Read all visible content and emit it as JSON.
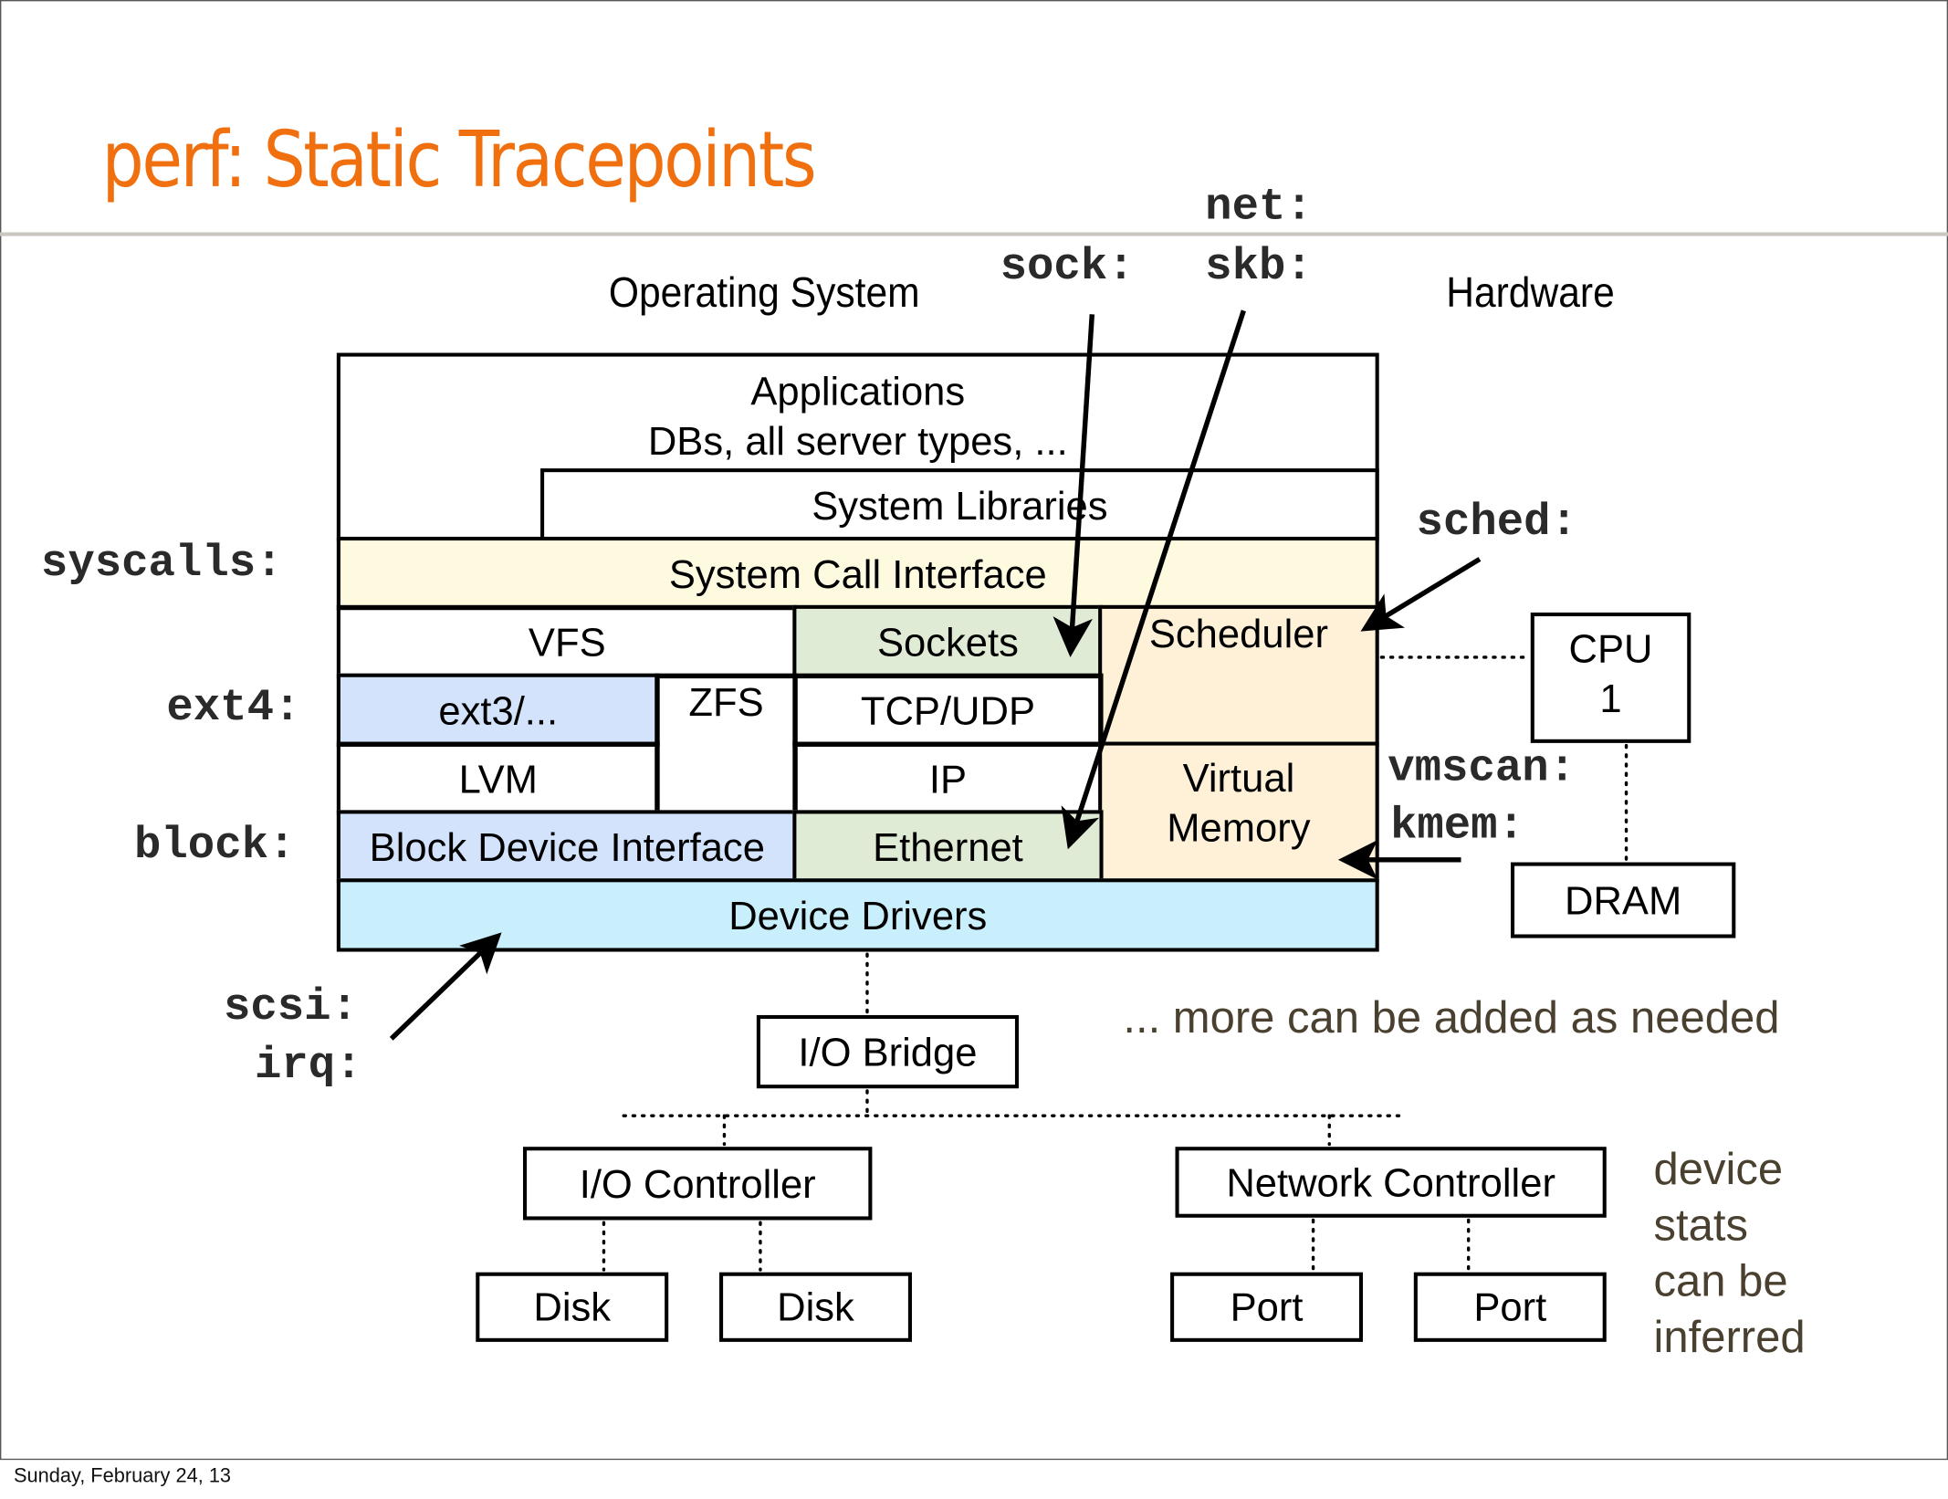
{
  "slide": {
    "title": "perf: Static Tracepoints",
    "footer_date": "Sunday, February 24, 13",
    "accent_color": "#f07010"
  },
  "headings": {
    "os": "Operating System",
    "hardware": "Hardware"
  },
  "os_stack": {
    "applications_line1": "Applications",
    "applications_line2": "DBs, all server types, ...",
    "system_libraries": "System Libraries",
    "system_call_interface": "System Call Interface",
    "vfs": "VFS",
    "sockets": "Sockets",
    "scheduler": "Scheduler",
    "ext3": "ext3/...",
    "zfs": "ZFS",
    "tcp_udp": "TCP/UDP",
    "lvm": "LVM",
    "ip": "IP",
    "virtual_memory_line1": "Virtual",
    "virtual_memory_line2": "Memory",
    "block_device_interface": "Block Device Interface",
    "ethernet": "Ethernet",
    "device_drivers": "Device Drivers"
  },
  "colors": {
    "syscall_fill": "#fefae0",
    "fs_fill": "#d3e3fb",
    "net_fill": "#e0ebd5",
    "sched_fill": "#fef1d8",
    "drivers_fill": "#c9eefc"
  },
  "hardware": {
    "cpu_line1": "CPU",
    "cpu_line2": "1",
    "dram": "DRAM",
    "io_bridge": "I/O Bridge",
    "io_controller": "I/O Controller",
    "network_controller": "Network Controller",
    "disks": [
      "Disk",
      "Disk"
    ],
    "ports": [
      "Port",
      "Port"
    ]
  },
  "tracepoints": {
    "net": "net:",
    "sock": "sock:",
    "skb": "skb:",
    "syscalls": "syscalls:",
    "sched": "sched:",
    "ext4": "ext4:",
    "block": "block:",
    "vmscan": "vmscan:",
    "kmem": "kmem:",
    "scsi": "scsi:",
    "irq": "irq:"
  },
  "notes": {
    "more": "... more can be added as needed",
    "device_stats": [
      "device",
      "stats",
      "can be",
      "inferred"
    ]
  }
}
